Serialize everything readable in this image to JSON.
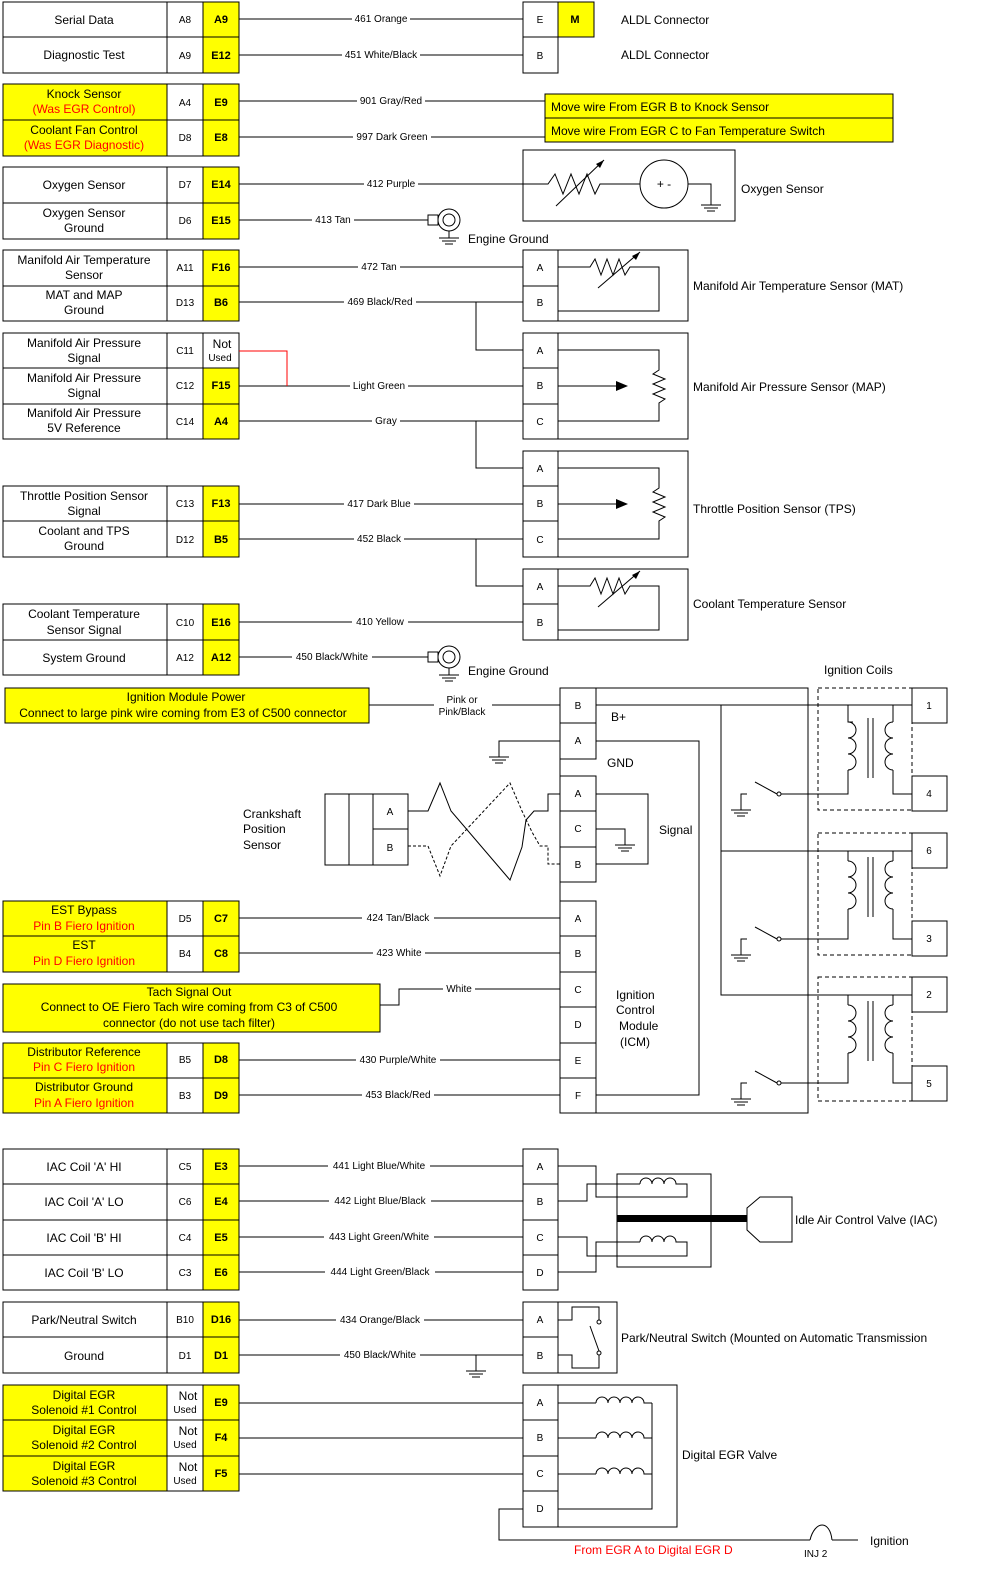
{
  "colors": {
    "highlight": "#ffff00",
    "note_red": "#ff0000",
    "jumper_red": "#ff0000"
  },
  "rows": [
    {
      "label": "Serial Data",
      "pin": "A9",
      "old": "A8",
      "new": "A9",
      "wire": "461 Orange"
    },
    {
      "label": "Diagnostic Test",
      "pin": "A9",
      "old": "A9",
      "new": "E12",
      "wire": "451 White/Black"
    },
    {
      "label": "Knock Sensor",
      "sub": "(Was EGR Control)",
      "old": "A4",
      "new": "E9",
      "wire": "901 Gray/Red"
    },
    {
      "label": "Coolant Fan Control",
      "sub": "(Was EGR Diagnostic)",
      "old": "D8",
      "new": "E8",
      "wire": "997 Dark Green"
    },
    {
      "label": "Oxygen Sensor",
      "old": "D7",
      "new": "E14",
      "wire": "412 Purple"
    },
    {
      "label": "Oxygen Sensor",
      "label2": "Ground",
      "old": "D6",
      "new": "E15",
      "wire": "413 Tan"
    },
    {
      "label": "Manifold Air Temperature",
      "label2": "Sensor",
      "old": "A11",
      "new": "F16",
      "wire": "472 Tan"
    },
    {
      "label": "MAT and MAP",
      "label2": "Ground",
      "old": "D13",
      "new": "B6",
      "wire": "469 Black/Red"
    },
    {
      "label": "Manifold Air Pressure",
      "label2": "Signal",
      "old": "C11",
      "new1": "Not",
      "new2": "Used",
      "wire": ""
    },
    {
      "label": "Manifold Air Pressure",
      "label2": "Signal",
      "old": "C12",
      "new": "F15",
      "wire": "Light Green"
    },
    {
      "label": "Manifold Air Pressure",
      "label2": "5V Reference",
      "old": "C14",
      "new": "A4",
      "wire": "Gray"
    },
    {
      "label": "Throttle Position Sensor",
      "label2": "Signal",
      "old": "C13",
      "new": "F13",
      "wire": "417 Dark Blue"
    },
    {
      "label": "Coolant and TPS",
      "label2": "Ground",
      "old": "D12",
      "new": "B5",
      "wire": "452 Black"
    },
    {
      "label": "Coolant Temperature",
      "label2": "Sensor Signal",
      "old": "C10",
      "new": "E16",
      "wire": "410 Yellow"
    },
    {
      "label": "System Ground",
      "old": "A12",
      "new": "A12",
      "wire": "450 Black/White"
    },
    {
      "label": "EST Bypass",
      "sub": "Pin B Fiero Ignition",
      "old": "D5",
      "new": "C7",
      "wire": "424 Tan/Black"
    },
    {
      "label": "EST",
      "sub": "Pin D Fiero Ignition",
      "old": "B4",
      "new": "C8",
      "wire": "423 White"
    },
    {
      "label": "Distributor Reference",
      "sub": "Pin C Fiero Ignition",
      "old": "B5",
      "new": "D8",
      "wire": "430 Purple/White"
    },
    {
      "label": "Distributor Ground",
      "sub": "Pin A Fiero Ignition",
      "old": "B3",
      "new": "D9",
      "wire": "453 Black/Red"
    },
    {
      "label": "IAC Coil 'A' HI",
      "old": "C5",
      "new": "E3",
      "wire": "441 Light Blue/White"
    },
    {
      "label": "IAC Coil 'A' LO",
      "old": "C6",
      "new": "E4",
      "wire": "442 Light Blue/Black"
    },
    {
      "label": "IAC Coil 'B' HI",
      "old": "C4",
      "new": "E5",
      "wire": "443 Light Green/White"
    },
    {
      "label": "IAC Coil 'B' LO",
      "old": "C3",
      "new": "E6",
      "wire": "444 Light Green/Black"
    },
    {
      "label": "Park/Neutral Switch",
      "old": "B10",
      "new": "D16",
      "wire": "434 Orange/Black"
    },
    {
      "label": "Ground",
      "old": "D1",
      "new": "D1",
      "wire": "450 Black/White"
    },
    {
      "label": "Digital EGR",
      "label2": "Solenoid #1 Control",
      "new": "E9"
    },
    {
      "label": "Digital EGR",
      "label2": "Solenoid #2 Control",
      "new": "F4"
    },
    {
      "label": "Digital EGR",
      "label2": "Solenoid #3 Control",
      "new": "F5"
    }
  ],
  "not_used": {
    "line1": "Not",
    "line2": "Used"
  },
  "aldl": {
    "pin_e": "E",
    "pin_m": "M",
    "pin_b": "B",
    "label": "ALDL Connector"
  },
  "egr_notes": [
    "Move wire From EGR B to Knock Sensor",
    "Move wire From EGR C to Fan Temperature Switch"
  ],
  "components": {
    "oxygen": "Oxygen Sensor",
    "oxygen_symbol": "+ -",
    "engine_ground": "Engine Ground",
    "mat": "Manifold Air Temperature Sensor (MAT)",
    "map": "Manifold Air Pressure Sensor (MAP)",
    "tps": "Throttle Position Sensor (TPS)",
    "cts": "Coolant Temperature Sensor",
    "ignition_coils": "Ignition Coils",
    "icm1": "Ignition",
    "icm2": "Control",
    "icm3": "Module",
    "icm4": "(ICM)",
    "bplus": "B+",
    "gnd": "GND",
    "signal": "Signal",
    "crank1": "Crankshaft",
    "crank2": "Position",
    "crank3": "Sensor",
    "iac": "Idle Air Control Valve (IAC)",
    "pns": "Park/Neutral Switch (Mounted on Automatic Transmission",
    "egr_valve": "Digital EGR Valve",
    "ignition": "Ignition",
    "inj2": "INJ 2",
    "egr_note": "From EGR A to Digital EGR D"
  },
  "pins": {
    "a": "A",
    "b": "B",
    "c": "C",
    "d": "D",
    "e": "E",
    "f": "F"
  },
  "coil_numbers": [
    "1",
    "4",
    "6",
    "3",
    "2",
    "5"
  ],
  "ignition_power": {
    "title": "Ignition Module Power",
    "desc": "Connect to large pink wire coming from E3 of C500 connector",
    "wire1": "Pink or",
    "wire2": "Pink/Black"
  },
  "tach": {
    "title": "Tach Signal Out",
    "desc1": "Connect to OE Fiero Tach wire coming from C3 of C500",
    "desc2": "connector (do not use tach filter)",
    "wire": "White"
  }
}
